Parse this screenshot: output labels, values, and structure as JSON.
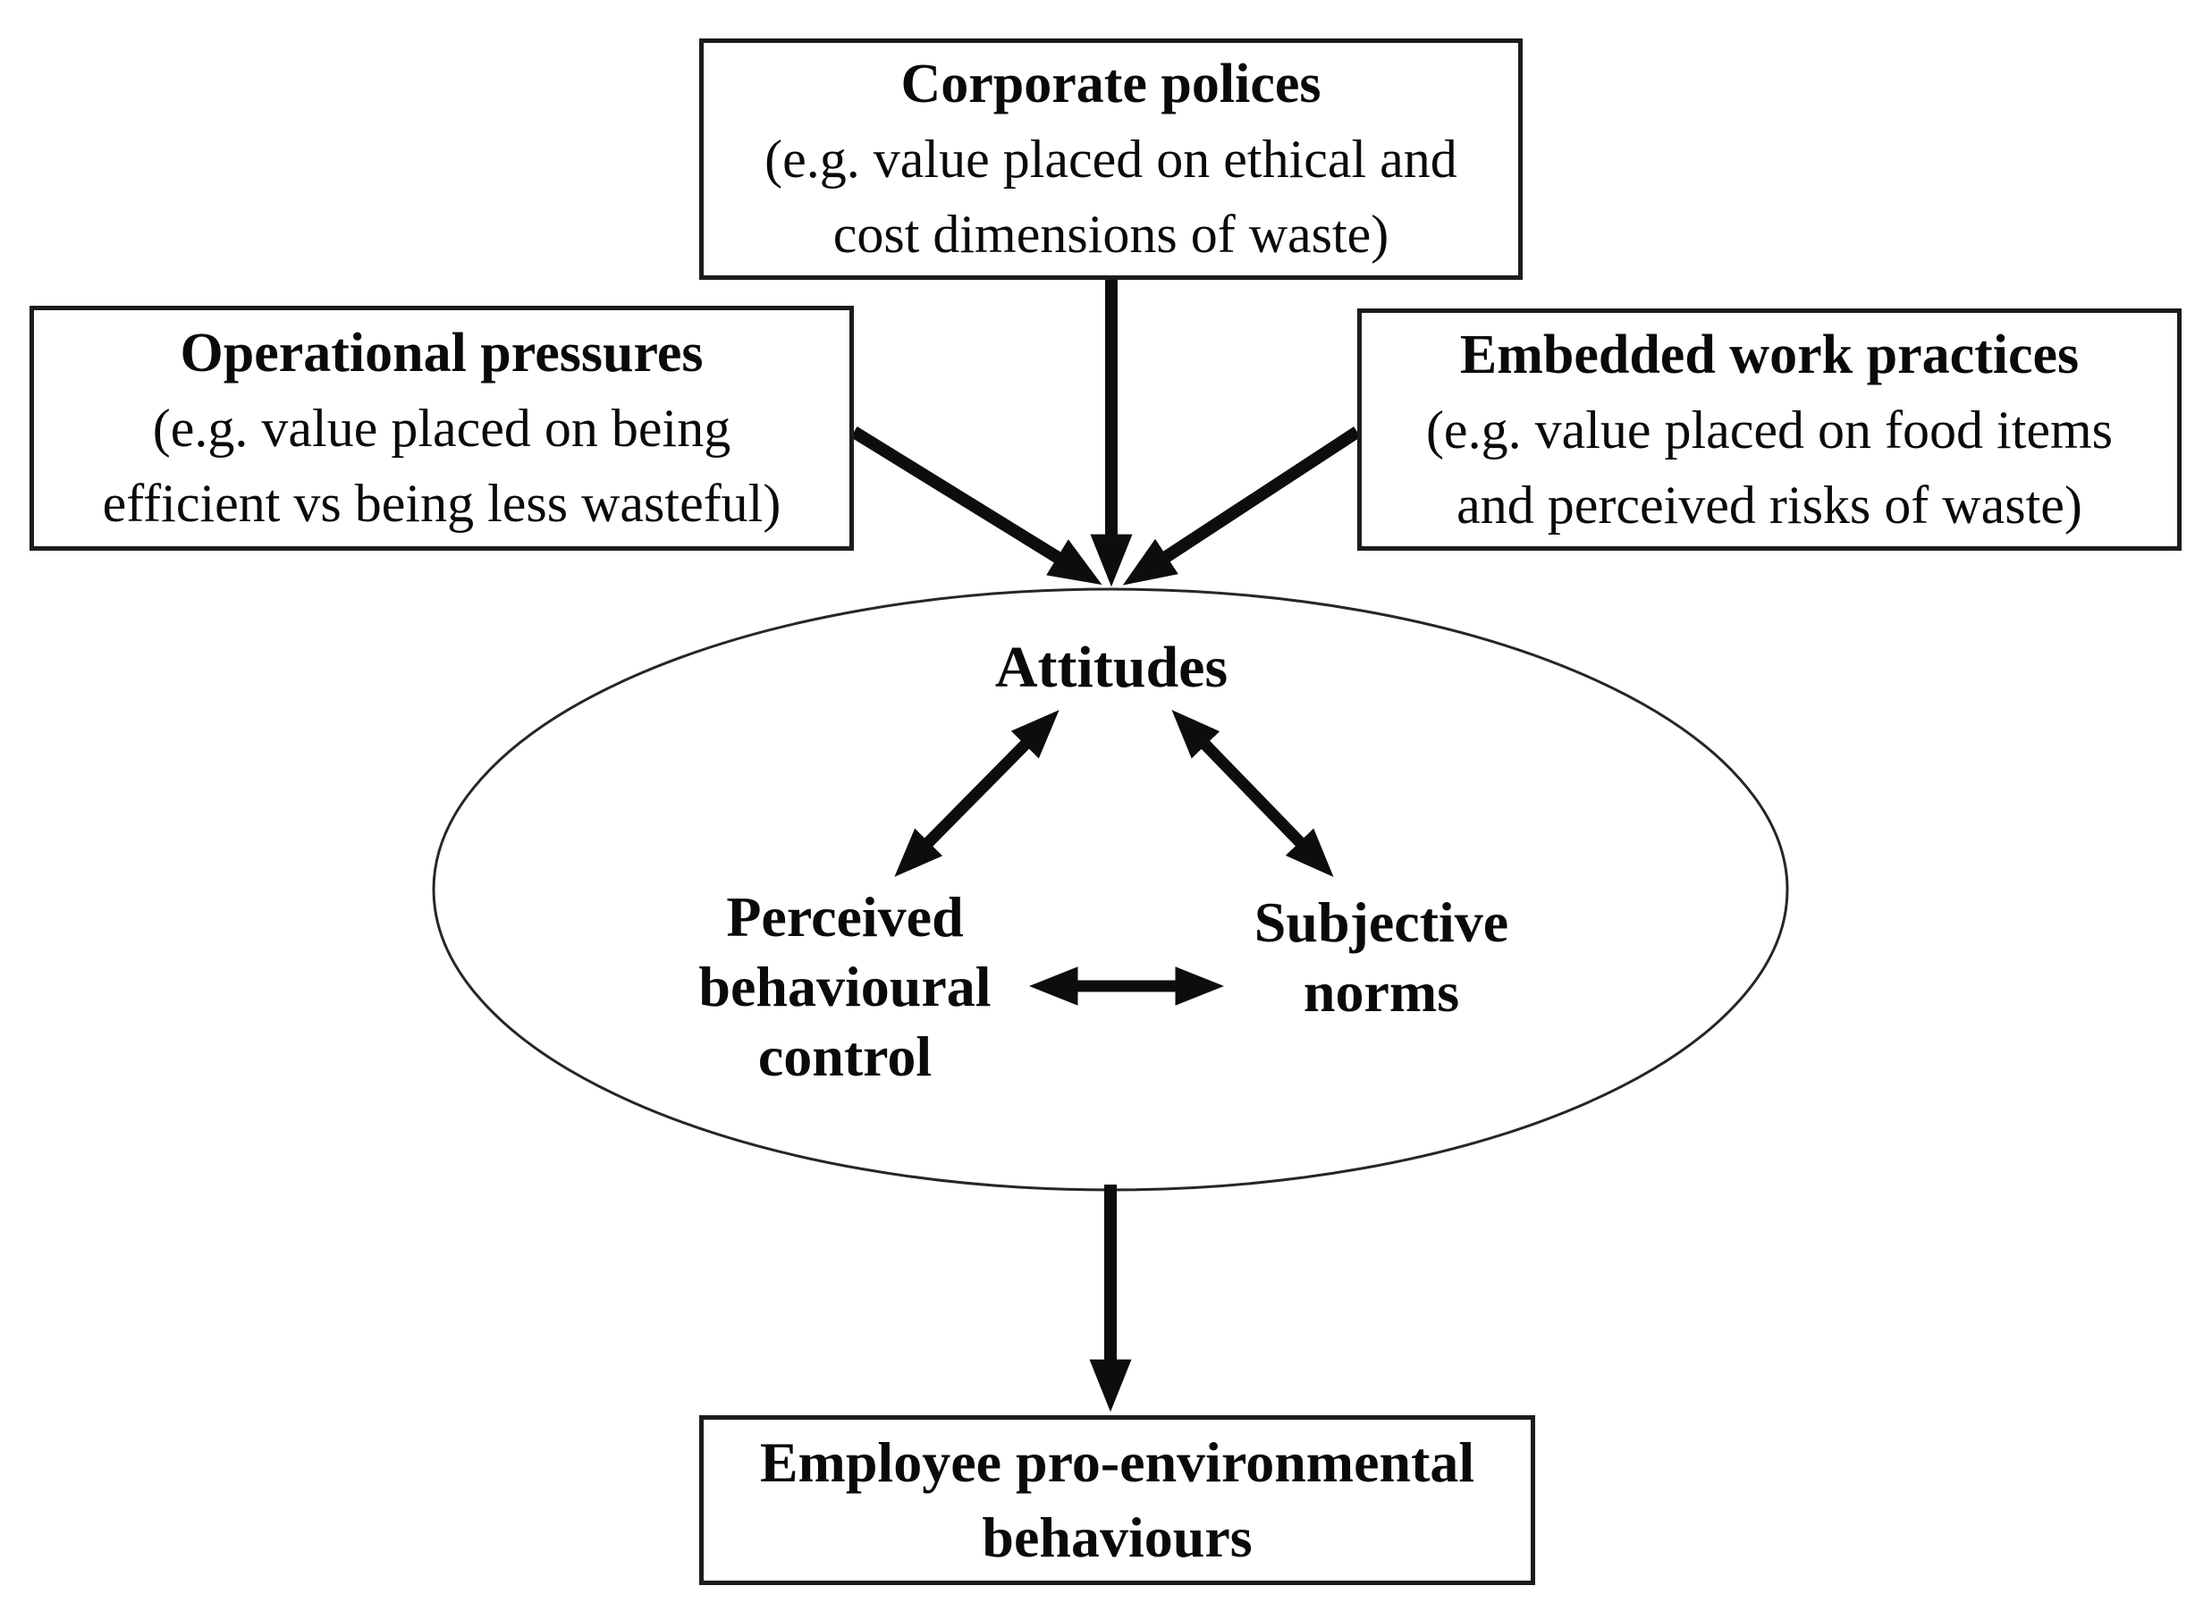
{
  "figure": {
    "colors": {
      "background": "#ffffff",
      "ink": "#0a0a0a",
      "border": "#1c1c1c",
      "arrow": "#0d0d0d"
    },
    "boxes": {
      "corporate": {
        "title": "Corporate polices",
        "line1": "(e.g. value placed on ethical and",
        "line2": "cost dimensions of waste)"
      },
      "operational": {
        "title": "Operational pressures",
        "line1": "(e.g. value placed on being",
        "line2": "efficient vs being less wasteful)"
      },
      "embedded": {
        "title": "Embedded work practices",
        "line1": "(e.g. value placed on food items",
        "line2": "and perceived risks of waste)"
      },
      "outcome": {
        "line1": "Employee pro-environmental",
        "line2": "behaviours"
      }
    },
    "ellipse": {
      "attitudes": "Attitudes",
      "pbc": {
        "line1": "Perceived",
        "line2": "behavioural",
        "line3": "control"
      },
      "subjective": {
        "line1": "Subjective",
        "line2": "norms"
      }
    }
  }
}
